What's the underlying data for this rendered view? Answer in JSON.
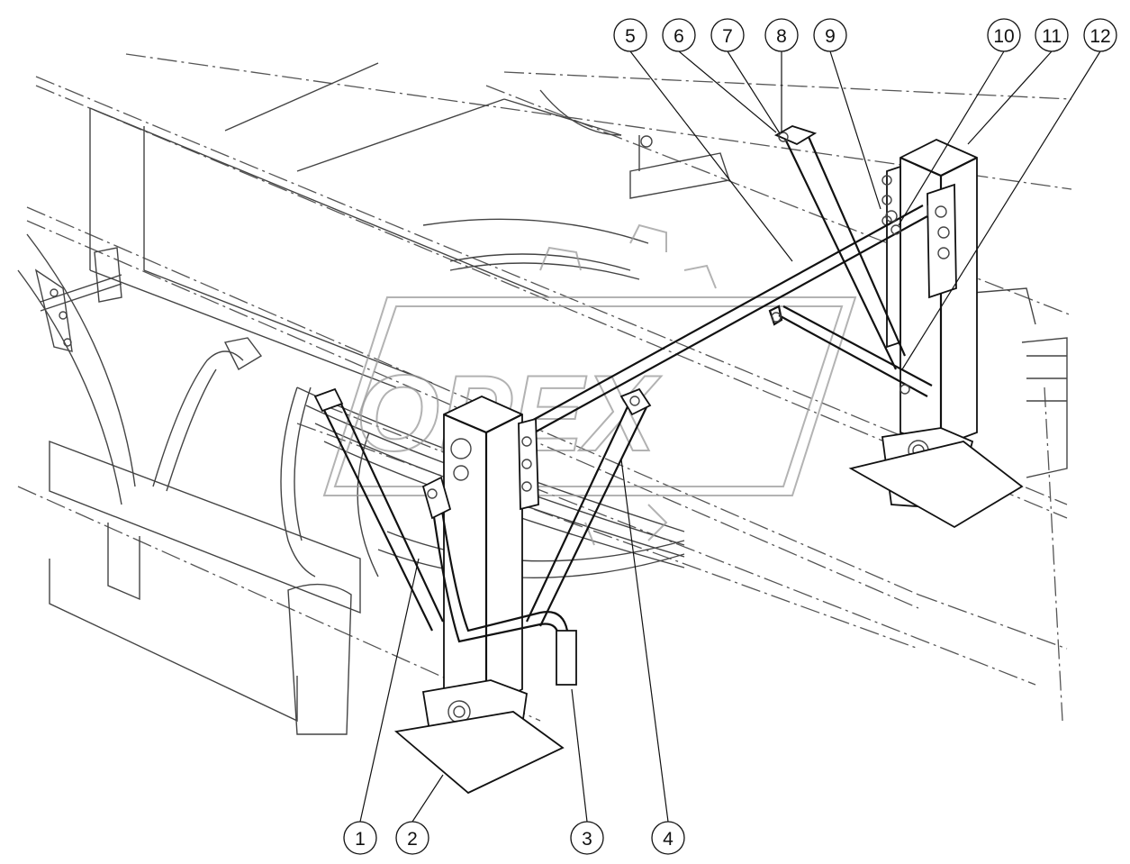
{
  "watermark": {
    "text": "OPEX"
  },
  "callouts": [
    {
      "id": "1",
      "label": "1"
    },
    {
      "id": "2",
      "label": "2"
    },
    {
      "id": "3",
      "label": "3"
    },
    {
      "id": "4",
      "label": "4"
    },
    {
      "id": "5",
      "label": "5"
    },
    {
      "id": "6",
      "label": "6"
    },
    {
      "id": "7",
      "label": "7"
    },
    {
      "id": "8",
      "label": "8"
    },
    {
      "id": "9",
      "label": "9"
    },
    {
      "id": "10",
      "label": "10"
    },
    {
      "id": "11",
      "label": "11"
    },
    {
      "id": "12",
      "label": "12"
    }
  ]
}
